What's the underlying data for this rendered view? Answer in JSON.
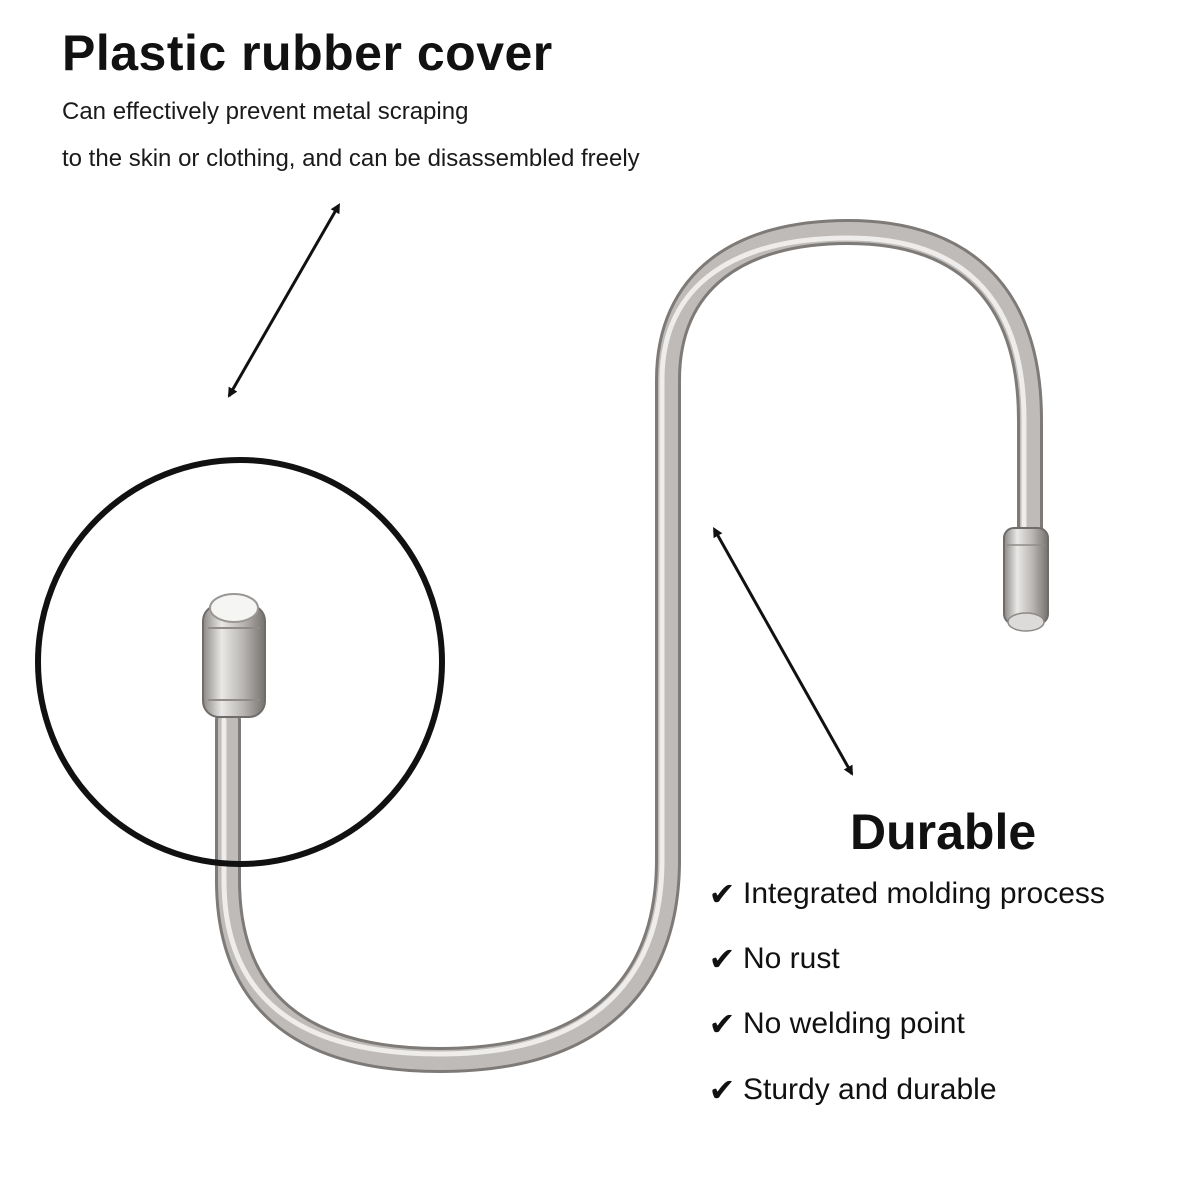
{
  "cover_section": {
    "title": "Plastic rubber cover",
    "description_line_1": "Can effectively prevent metal scraping",
    "description_line_2": "to the skin or clothing, and can be disassembled freely"
  },
  "durable_section": {
    "title": "Durable",
    "features": [
      "Integrated molding process",
      "No rust",
      "No welding point",
      "Sturdy and durable"
    ],
    "check_mark": "✔"
  },
  "colors": {
    "text": "#111111",
    "hook_metal": "#b9b6b3",
    "hook_highlight": "#ecebea",
    "hook_shadow": "#7f7c79",
    "circle_outline": "#111111"
  }
}
